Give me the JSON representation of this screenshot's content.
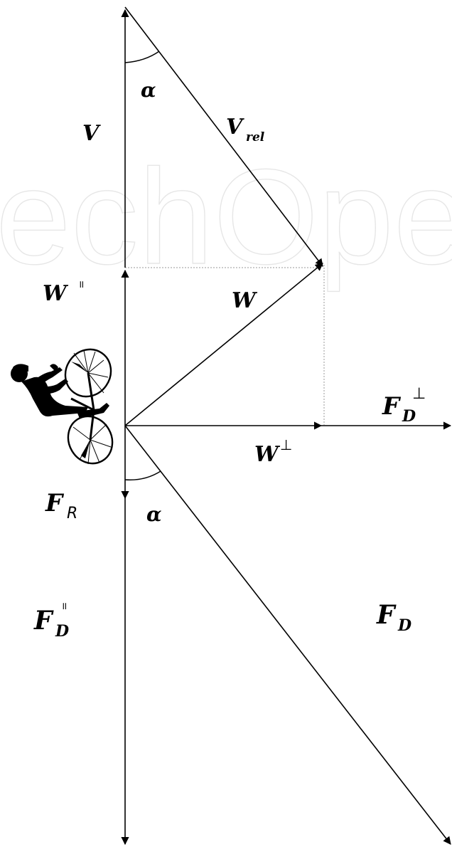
{
  "watermark": "echOpen",
  "labels": {
    "alpha_top": "α",
    "alpha_bottom": "α",
    "V": "V",
    "V_rel_main": "V",
    "V_rel_sub": "rel",
    "W_par_main": "W",
    "W_par_sup": "॥",
    "W": "W",
    "W_perp_main": "W",
    "W_perp_sup": "⊥",
    "F_D_perp_main": "F",
    "F_D_perp_sub": "D",
    "F_D_perp_sup": "⊥",
    "F_R_main": "F",
    "F_R_sub": "R",
    "F_D_par_main": "F",
    "F_D_par_sub": "D",
    "F_D_par_sup": "॥",
    "F_D_main": "F",
    "F_D_sub": "D"
  },
  "colors": {
    "ink": "#000000",
    "guide": "#9a9a9a",
    "watermark": "#e6e6e6"
  }
}
